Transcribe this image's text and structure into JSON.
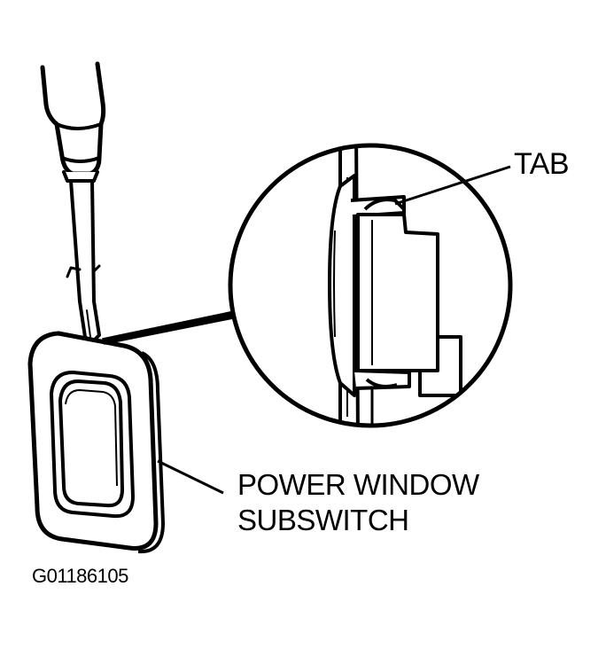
{
  "labels": {
    "tab": "TAB",
    "switch_line1": "POWER WINDOW",
    "switch_line2": "SUBSWITCH",
    "figure_id": "G01186105"
  },
  "colors": {
    "ink": "#000000",
    "paper": "#ffffff"
  }
}
